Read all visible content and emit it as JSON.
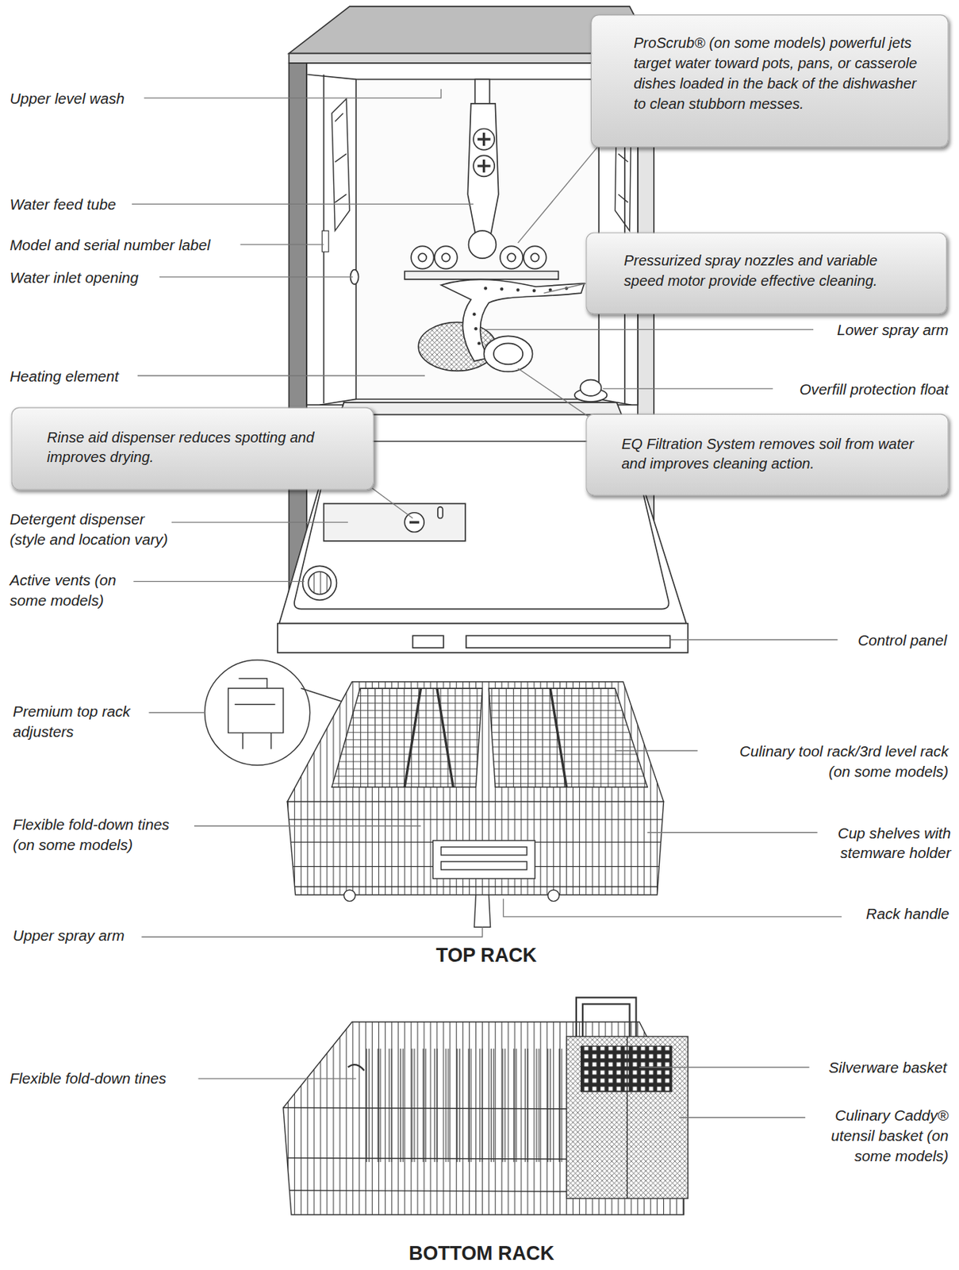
{
  "diagram": {
    "nodes": [
      {
        "text": [
          "ProScrub® (on some models) powerful jets target water toward pots, pans, or casserole dishes loaded in the back of the dishwasher to clean stubborn messes."
        ]
      },
      {
        "text": [
          "Pressurized spray nozzles and variable speed motor provide effective cleaning."
        ]
      },
      {
        "text": [
          "Rinse aid dispenser reduces spotting and improves drying."
        ]
      },
      {
        "text": [
          "EQ Filtration System removes soil from water and improves cleaning action."
        ]
      }
    ],
    "labels": [
      "Upper level wash",
      "Water feed tube",
      "Model and serial number label",
      "Water inlet opening",
      "Lower spray arm",
      "Heating element",
      "Overfill protection float",
      "Detergent dispenser (style and location vary)",
      "Active vents (on some models)",
      "Control panel",
      "Premium top rack adjusters",
      "Culinary tool rack/3rd level rack (on some models)",
      "Flexible fold-down tines (on some models)",
      "Cup shelves with stemware holder",
      "Rack handle",
      "Upper spray arm",
      "TOP RACK",
      "Flexible fold-down tines",
      "Silverware basket",
      "Culinary Caddy® utensil basket (on some models)",
      "BOTTOM RACK"
    ]
  }
}
